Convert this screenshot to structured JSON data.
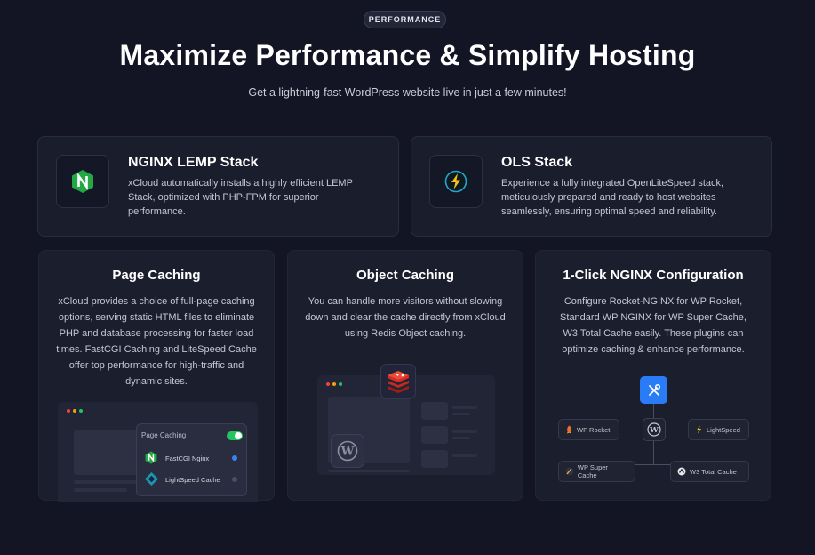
{
  "badge": "PERFORMANCE",
  "title": "Maximize Performance & Simplify Hosting",
  "subtitle": "Get a lightning-fast WordPress website live in just a few minutes!",
  "stacks": [
    {
      "title": "NGINX LEMP Stack",
      "description": "xCloud automatically installs a highly efficient LEMP Stack, optimized with PHP-FPM for superior performance.",
      "icon": "nginx-icon"
    },
    {
      "title": "OLS Stack",
      "description": "Experience a fully integrated OpenLiteSpeed stack, meticulously prepared and ready to host websites seamlessly, ensuring optimal speed and reliability.",
      "icon": "litespeed-icon"
    }
  ],
  "features": [
    {
      "title": "Page Caching",
      "description": "xCloud provides a choice of full-page caching options, serving static HTML files to eliminate PHP and database processing for faster load times. FastCGI Caching and LiteSpeed Cache offer top performance for high-traffic and dynamic sites.",
      "panel_title": "Page Caching",
      "options": [
        "FastCGI Nginx",
        "LightSpeed Cache"
      ]
    },
    {
      "title": "Object Caching",
      "description": "You can handle more visitors without slowing down and clear the cache directly from xCloud using Redis Object caching."
    },
    {
      "title": "1-Click NGINX Configuration",
      "description": "Configure Rocket-NGINX for WP Rocket, Standard WP NGINX for WP Super Cache, W3 Total Cache easily. These plugins can optimize caching & enhance performance.",
      "plugins": [
        "WP Rocket",
        "LightSpeed",
        "WP Super Cache",
        "W3 Total Cache"
      ]
    }
  ],
  "colors": {
    "background": "#131524",
    "card": "#1a1d2c",
    "nginx_green": "#22a845",
    "toggle_green": "#22c55e",
    "redis_red": "#d82c20",
    "accent_blue": "#2a7cf6"
  }
}
